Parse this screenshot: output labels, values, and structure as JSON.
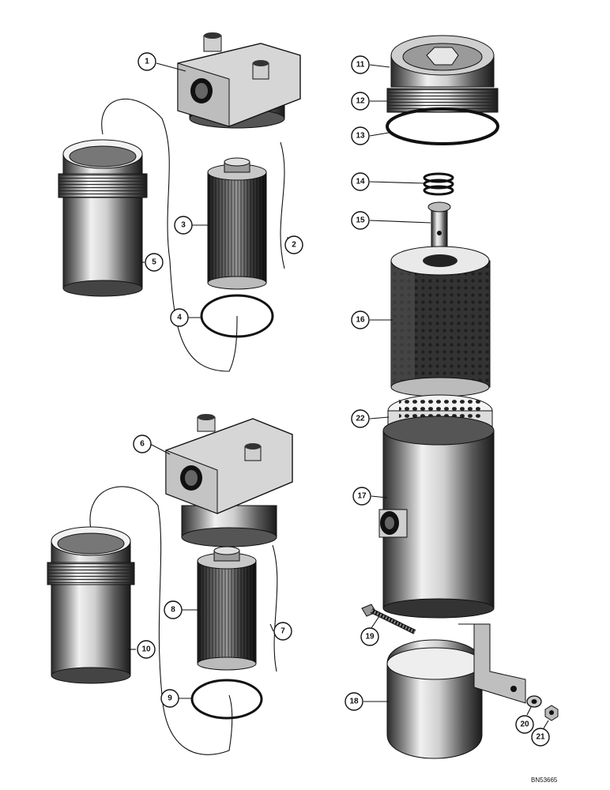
{
  "figure": {
    "reference_code": "BN53665"
  },
  "callouts": [
    {
      "id": "1",
      "label": "1"
    },
    {
      "id": "2",
      "label": "2"
    },
    {
      "id": "3",
      "label": "3"
    },
    {
      "id": "4",
      "label": "4"
    },
    {
      "id": "5",
      "label": "5"
    },
    {
      "id": "6",
      "label": "6"
    },
    {
      "id": "7",
      "label": "7"
    },
    {
      "id": "8",
      "label": "8"
    },
    {
      "id": "9",
      "label": "9"
    },
    {
      "id": "10",
      "label": "10"
    },
    {
      "id": "11",
      "label": "11"
    },
    {
      "id": "12",
      "label": "12"
    },
    {
      "id": "13",
      "label": "13"
    },
    {
      "id": "14",
      "label": "14"
    },
    {
      "id": "15",
      "label": "15"
    },
    {
      "id": "16",
      "label": "16"
    },
    {
      "id": "17",
      "label": "17"
    },
    {
      "id": "18",
      "label": "18"
    },
    {
      "id": "19",
      "label": "19"
    },
    {
      "id": "20",
      "label": "20"
    },
    {
      "id": "21",
      "label": "21"
    },
    {
      "id": "22",
      "label": "22"
    }
  ],
  "colors": {
    "ink": "#111111",
    "paper": "#ffffff",
    "metal_dark": "#3a3a3a",
    "metal_mid": "#9a9a9a",
    "metal_light": "#d9d9d9"
  }
}
